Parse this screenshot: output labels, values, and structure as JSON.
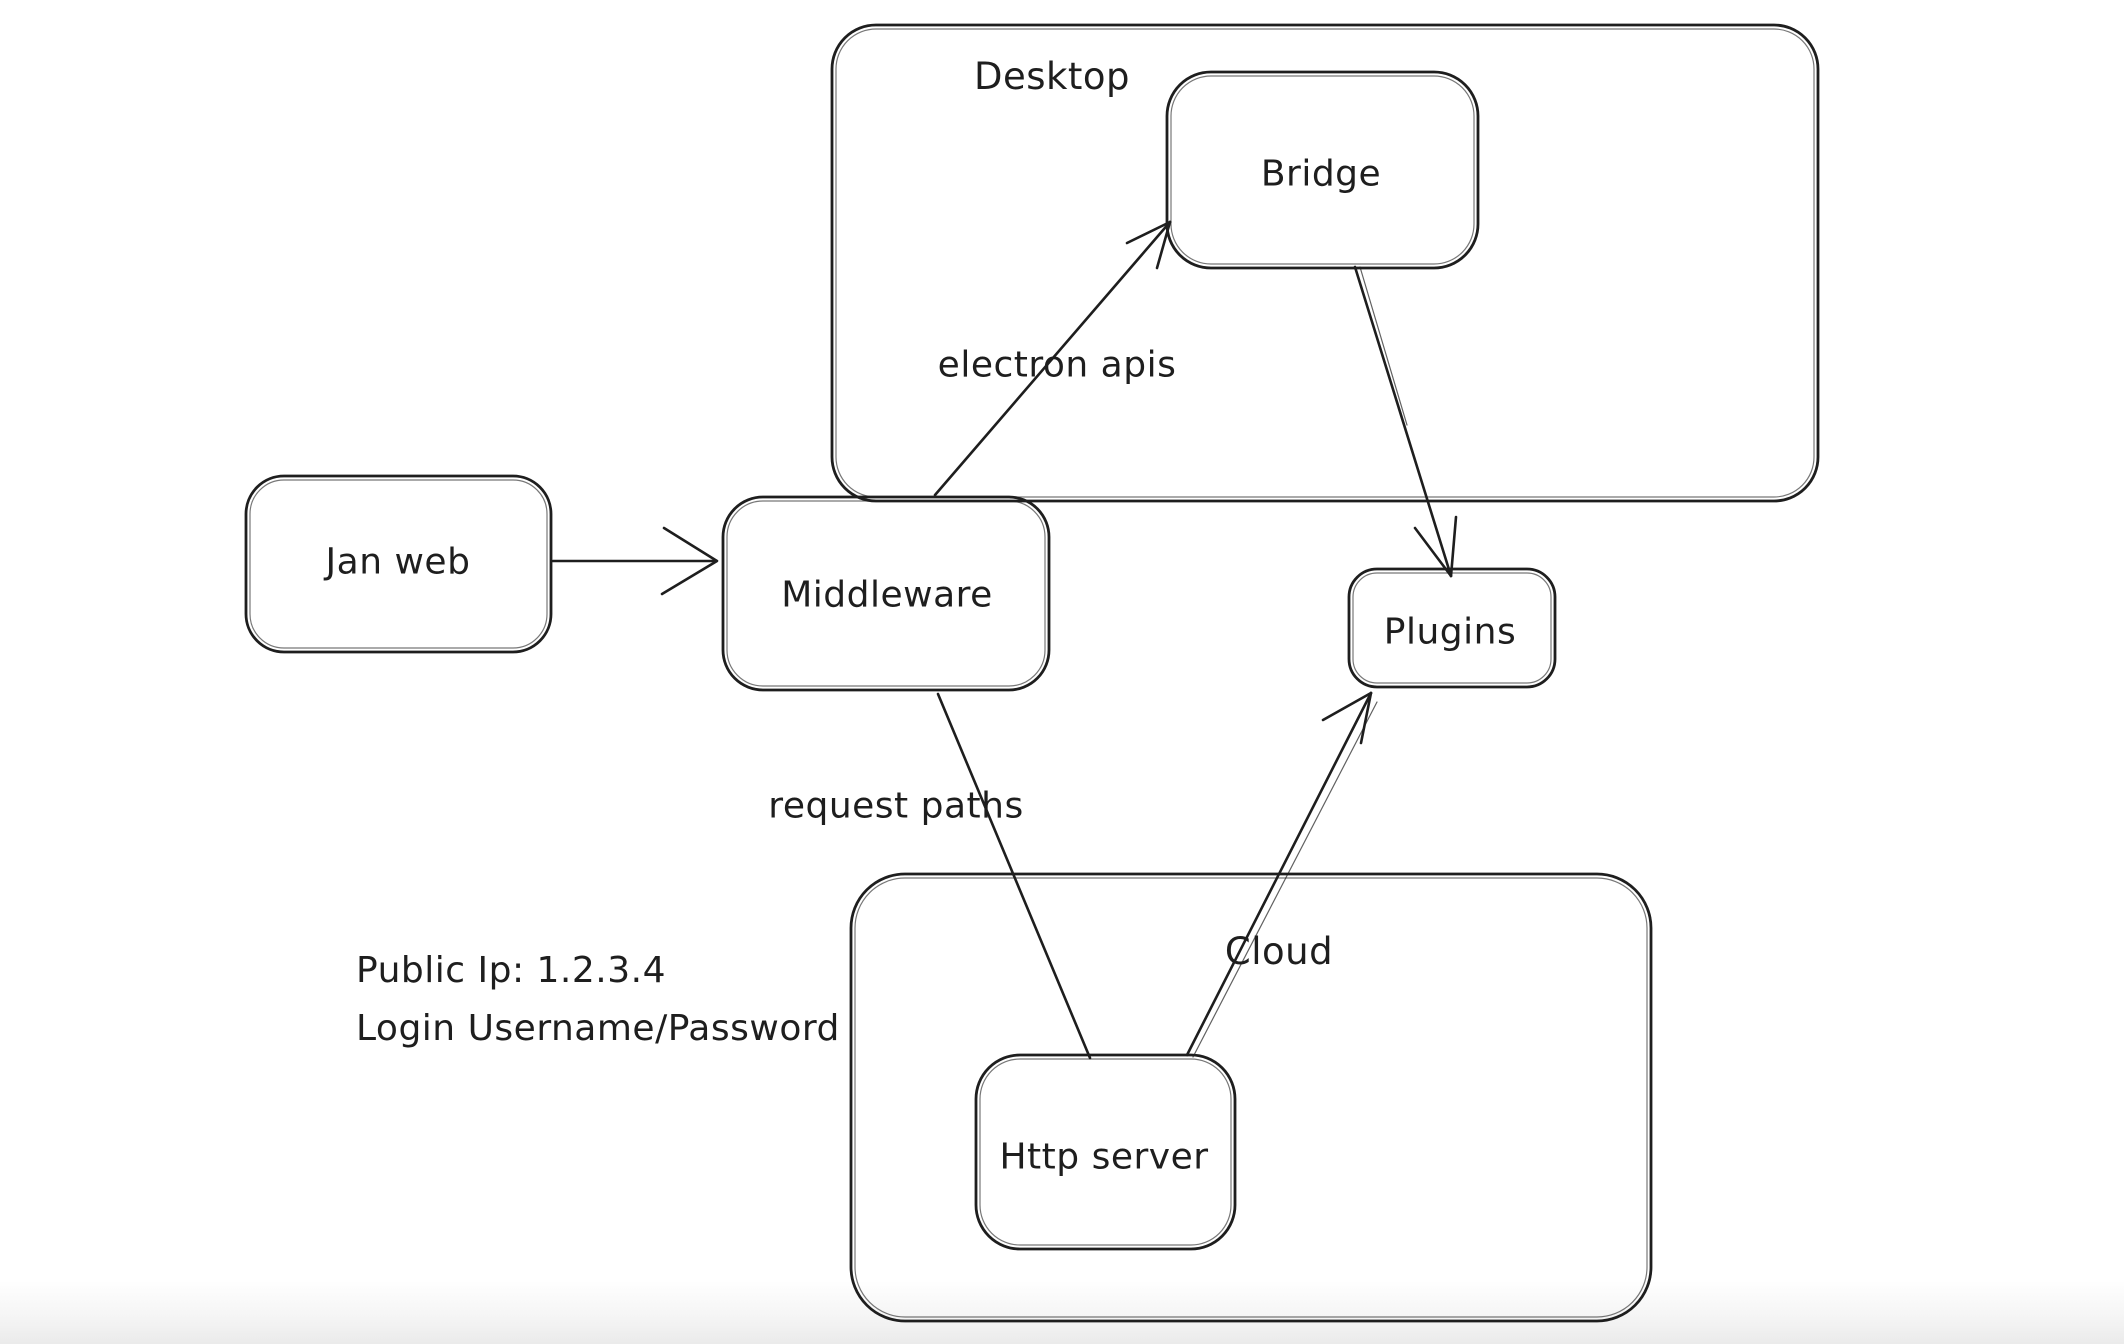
{
  "canvas": {
    "background_color": "#ffffff",
    "stroke_color": "#1e1e1e"
  },
  "containers": [
    {
      "id": "desktop",
      "label": "Desktop"
    },
    {
      "id": "cloud",
      "label": "Cloud"
    }
  ],
  "nodes": [
    {
      "id": "jan-web",
      "label": "Jan web"
    },
    {
      "id": "middleware",
      "label": "Middleware"
    },
    {
      "id": "bridge",
      "label": "Bridge"
    },
    {
      "id": "plugins",
      "label": "Plugins"
    },
    {
      "id": "http-server",
      "label": "Http server"
    }
  ],
  "edges": [
    {
      "from": "jan-web",
      "to": "middleware",
      "label": ""
    },
    {
      "from": "middleware",
      "to": "bridge",
      "label": "electron apis"
    },
    {
      "from": "bridge",
      "to": "plugins",
      "label": ""
    },
    {
      "from": "middleware",
      "to": "http-server",
      "label": "request paths"
    },
    {
      "from": "http-server",
      "to": "plugins",
      "label": ""
    }
  ],
  "annotation": {
    "line1": "Public Ip: 1.2.3.4",
    "line2": "Login Username/Password"
  }
}
